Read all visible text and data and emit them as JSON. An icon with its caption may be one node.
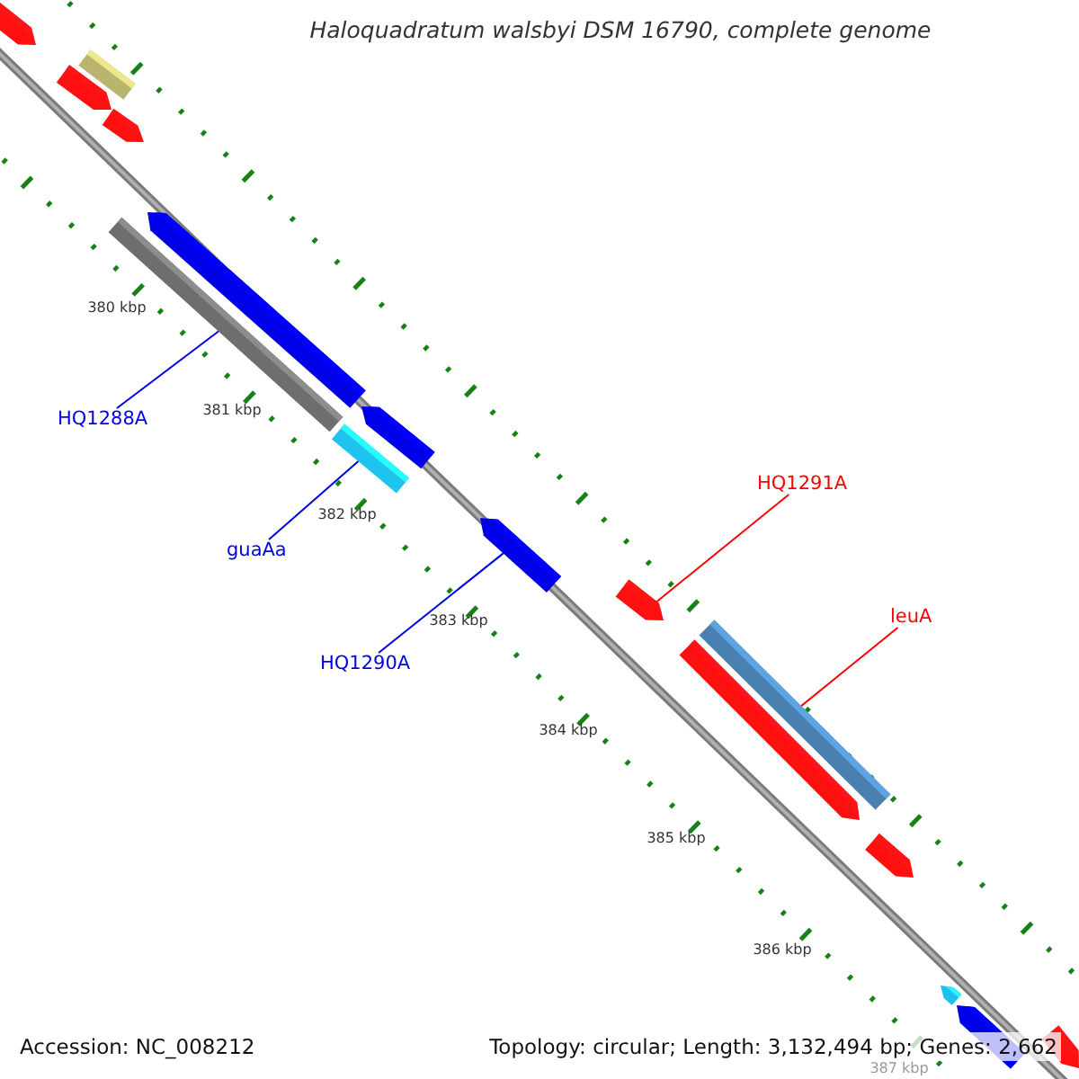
{
  "diagram": {
    "title": "Haloquadratum walsbyi DSM 16790, complete genome",
    "nodes": [
      {
        "text": [
          "HQ1291A"
        ]
      },
      {
        "text": [
          "leuA"
        ]
      },
      {
        "text": [
          "HQ1288A"
        ]
      },
      {
        "text": [
          "guaAa"
        ]
      },
      {
        "text": [
          "HQ1290A"
        ]
      },
      {
        "text": [],
        "shape": "arrow"
      },
      {
        "text": [],
        "shape": "arrow"
      },
      {
        "text": [],
        "shape": "bar"
      },
      {
        "text": [],
        "shape": "arrow"
      },
      {
        "text": [],
        "shape": "bar"
      },
      {
        "text": [],
        "shape": "arrow"
      },
      {
        "text": [],
        "shape": "bar"
      },
      {
        "text": [],
        "shape": "arrow"
      },
      {
        "text": [],
        "shape": "arrow"
      },
      {
        "text": [],
        "shape": "arrow"
      },
      {
        "text": [],
        "shape": "arrow"
      },
      {
        "text": [],
        "shape": "bar"
      },
      {
        "text": [],
        "shape": "arrow"
      },
      {
        "text": [],
        "shape": "arrow"
      },
      {
        "text": [],
        "shape": "arrow"
      },
      {
        "text": [],
        "shape": "arrow"
      }
    ],
    "edges": [
      {
        "from": 0,
        "to": 14,
        "arrow": "none",
        "color": "#ff0000"
      },
      {
        "from": 1,
        "to": 16,
        "arrow": "none",
        "color": "#ff0000"
      },
      {
        "from": 2,
        "to": 9,
        "arrow": "none"
      },
      {
        "from": 3,
        "to": 11,
        "arrow": "none"
      },
      {
        "from": 4,
        "to": 13,
        "arrow": "none"
      }
    ],
    "labels": [
      "380 kbp",
      "381 kbp",
      "382 kbp",
      "383 kbp",
      "384 kbp",
      "385 kbp",
      "386 kbp",
      "387 kbp",
      "Accession: NC_008212",
      "Topology: circular; Length: 3,132,494 bp; Genes: 2,662"
    ]
  }
}
